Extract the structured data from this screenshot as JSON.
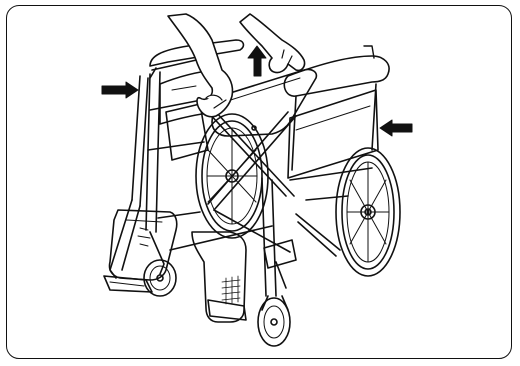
{
  "figure": {
    "kind": "line-art-instruction",
    "subject": "folding-wheelchair",
    "action": "lift-seat-upward",
    "arrows": [
      {
        "name": "arrow-up-icon",
        "direction": "up"
      },
      {
        "name": "arrow-right-icon",
        "direction": "right"
      },
      {
        "name": "arrow-left-icon",
        "direction": "left"
      }
    ],
    "colors": {
      "line": "#111111",
      "background": "#ffffff"
    }
  }
}
